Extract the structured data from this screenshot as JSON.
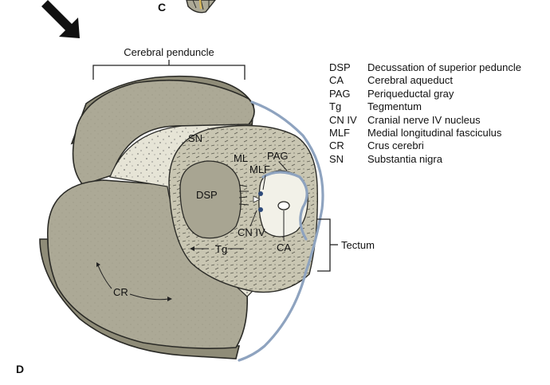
{
  "panel_labels": {
    "top": "C",
    "bottom": "D"
  },
  "labels": {
    "cerebral_peduncle": "Cerebral penduncle",
    "sn": "SN",
    "ml": "ML",
    "pag": "PAG",
    "mlf": "MLF",
    "dsp": "DSP",
    "cn_iv": "CN IV",
    "ca": "CA",
    "tg": "Tg",
    "cr": "CR",
    "tectum": "Tectum"
  },
  "legend": [
    {
      "abbr": "DSP",
      "desc": "Decussation of superior peduncle"
    },
    {
      "abbr": "CA",
      "desc": "Cerebral aqueduct"
    },
    {
      "abbr": "PAG",
      "desc": "Periqueductal gray"
    },
    {
      "abbr": "Tg",
      "desc": "Tegmentum"
    },
    {
      "abbr": "CN IV",
      "desc": "Cranial nerve IV nucleus"
    },
    {
      "abbr": "MLF",
      "desc": "Medial longitudinal fasciculus"
    },
    {
      "abbr": "CR",
      "desc": "Crus cerebri"
    },
    {
      "abbr": "SN",
      "desc": "Substantia nigra"
    }
  ],
  "colors": {
    "crus": "#aca996",
    "crus_side": "#8f8c78",
    "nigra": "#e6e4d6",
    "tegmentum": "#c9c6b2",
    "dsp": "#a8a592",
    "vessel": "#8ea3bf",
    "outline": "#2a2a26"
  }
}
